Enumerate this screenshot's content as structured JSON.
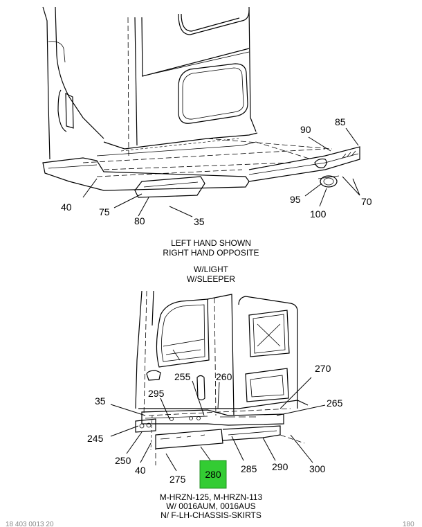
{
  "top_figure": {
    "callouts": [
      "90",
      "85",
      "40",
      "75",
      "80",
      "35",
      "95",
      "100",
      "70"
    ],
    "caption_lines": [
      "LEFT HAND SHOWN",
      "RIGHT HAND OPPOSITE"
    ],
    "options_lines": [
      "W/LIGHT",
      "W/SLEEPER"
    ]
  },
  "bottom_figure": {
    "callouts": [
      "255",
      "260",
      "270",
      "35",
      "295",
      "265",
      "245",
      "250",
      "285",
      "290",
      "300",
      "40",
      "275"
    ],
    "highlighted_callout": "280",
    "highlight_color": "#33cc33",
    "caption_lines": [
      "M-HRZN-125, M-HRZN-113",
      "W/ 0016AUM, 0016AUS",
      "N/ F-LH-CHASSIS-SKIRTS"
    ]
  },
  "footer": {
    "left": "18 403 0013 20",
    "right": "180"
  }
}
